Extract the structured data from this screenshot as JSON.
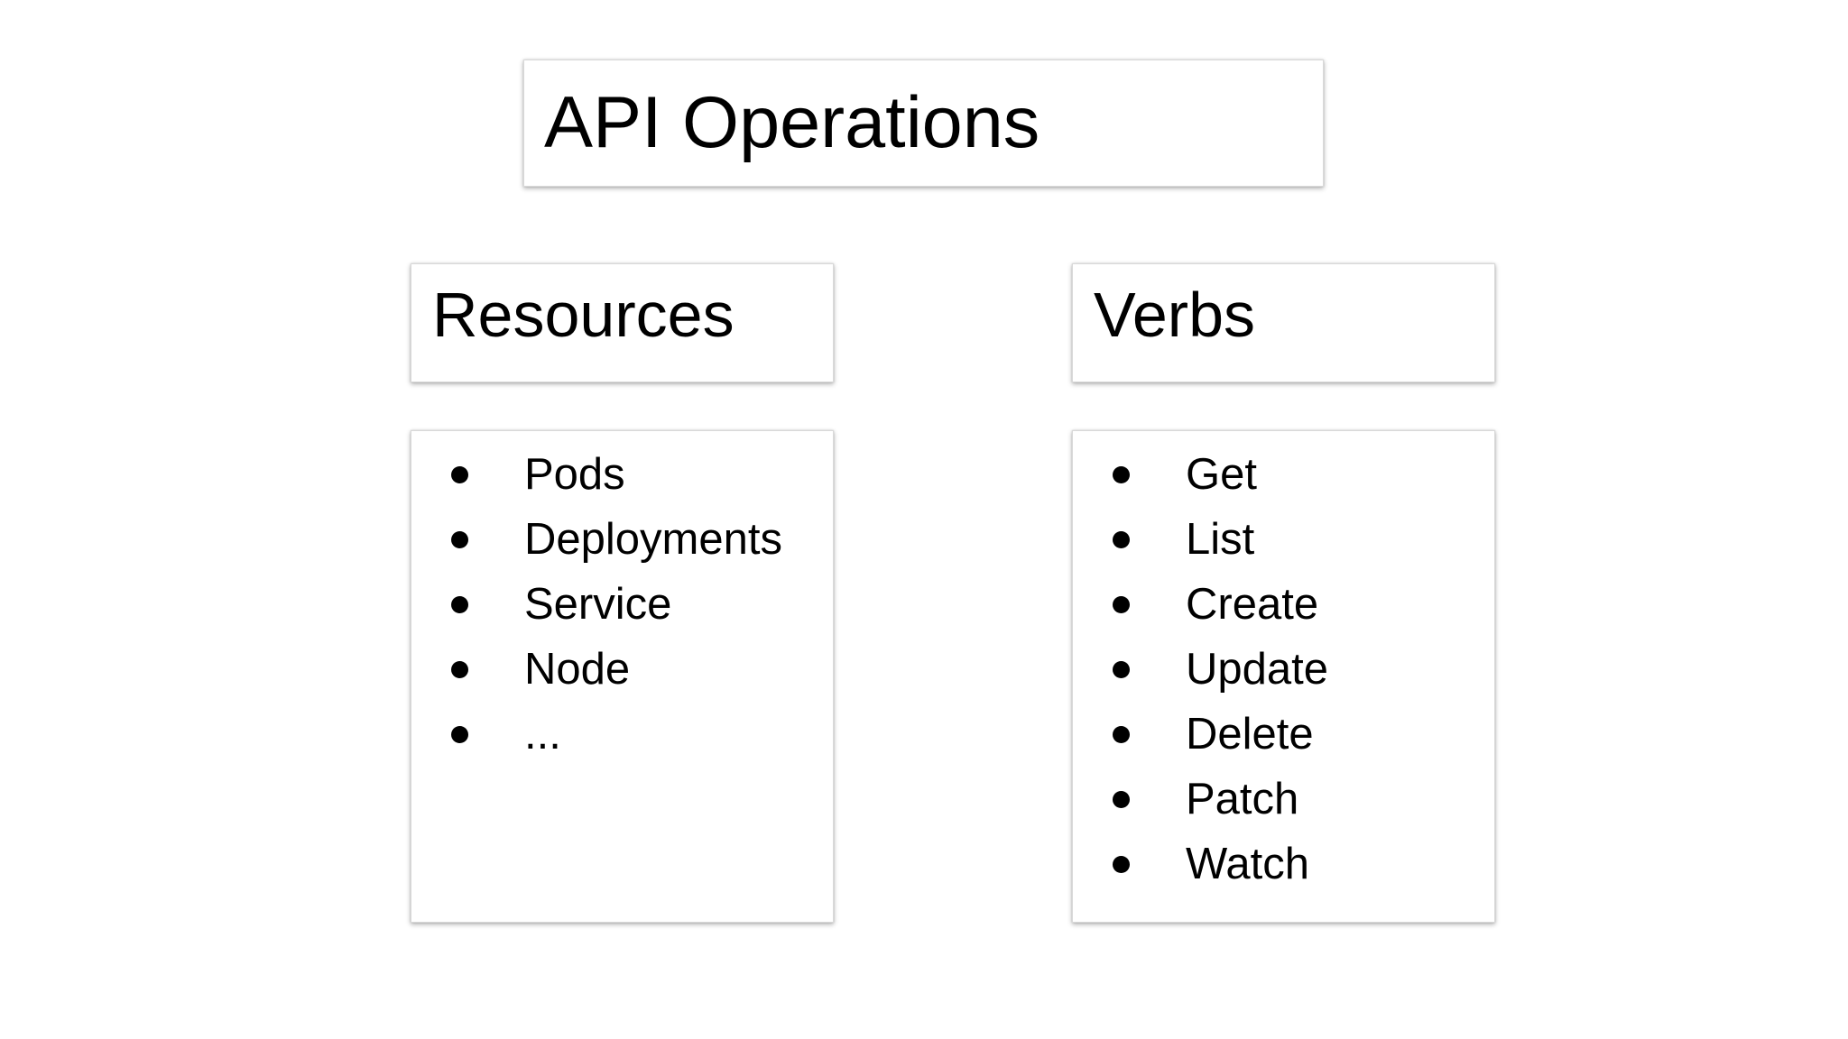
{
  "slide": {
    "background_color": "#ffffff",
    "text_color": "#000000",
    "box_border_color": "#d9d9d9",
    "title": "API Operations",
    "columns": [
      {
        "id": "resources",
        "header": "Resources",
        "items": [
          "Pods",
          "Deployments",
          "Service",
          "Node",
          "..."
        ]
      },
      {
        "id": "verbs",
        "header": "Verbs",
        "items": [
          "Get",
          "List",
          "Create",
          "Update",
          "Delete",
          "Patch",
          "Watch"
        ]
      }
    ]
  }
}
